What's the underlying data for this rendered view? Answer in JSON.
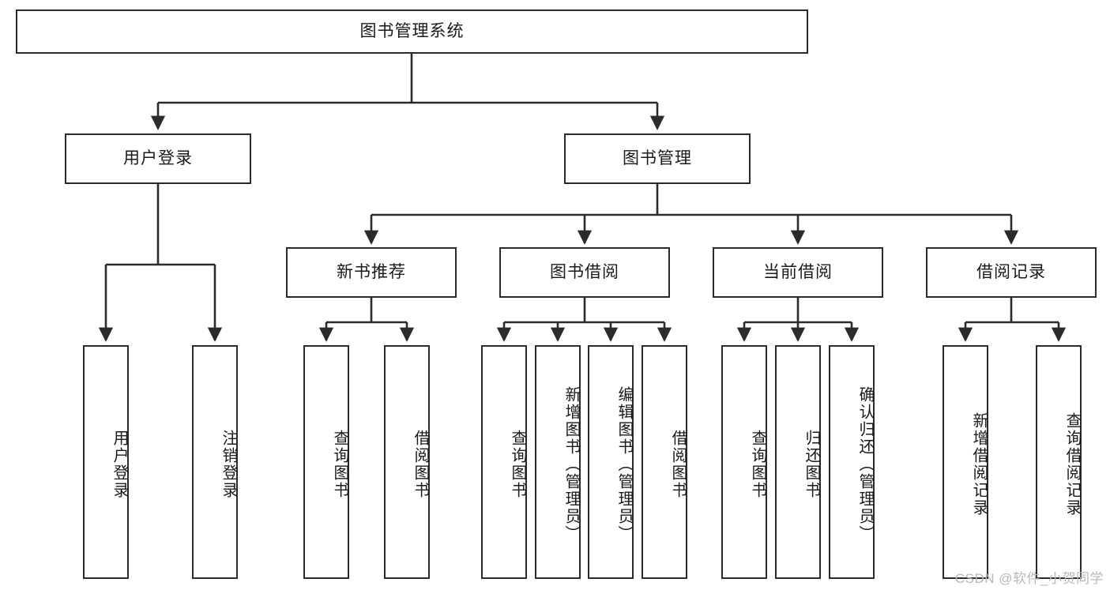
{
  "diagram": {
    "title": "图书管理系统",
    "type": "tree-hierarchy",
    "watermark": "CSDN @软件_小贺同学",
    "colors": {
      "stroke": "#2b2b2b",
      "fill": "#ffffff",
      "text": "#1a1a1a",
      "watermark": "#b9b9b9"
    },
    "nodes": {
      "root": {
        "label": "图书管理系统"
      },
      "level2": [
        {
          "label": "用户登录"
        },
        {
          "label": "图书管理"
        }
      ],
      "level3": [
        {
          "label": "新书推荐"
        },
        {
          "label": "图书借阅"
        },
        {
          "label": "当前借阅"
        },
        {
          "label": "借阅记录"
        }
      ],
      "leaves": {
        "user_login": [
          {
            "label": "用户登录"
          },
          {
            "label": "注销登录"
          }
        ],
        "new_book_recommend": [
          {
            "label": "查询图书"
          },
          {
            "label": "借阅图书"
          }
        ],
        "book_borrow": [
          {
            "label": "查询图书"
          },
          {
            "label": "新增图书（管理员）"
          },
          {
            "label": "编辑图书（管理员）"
          },
          {
            "label": "借阅图书"
          }
        ],
        "current_borrow": [
          {
            "label": "查询图书"
          },
          {
            "label": "归还图书"
          },
          {
            "label": "确认归还（管理员）"
          }
        ],
        "borrow_record": [
          {
            "label": "新增借阅记录"
          },
          {
            "label": "查询借阅记录"
          }
        ]
      }
    }
  }
}
